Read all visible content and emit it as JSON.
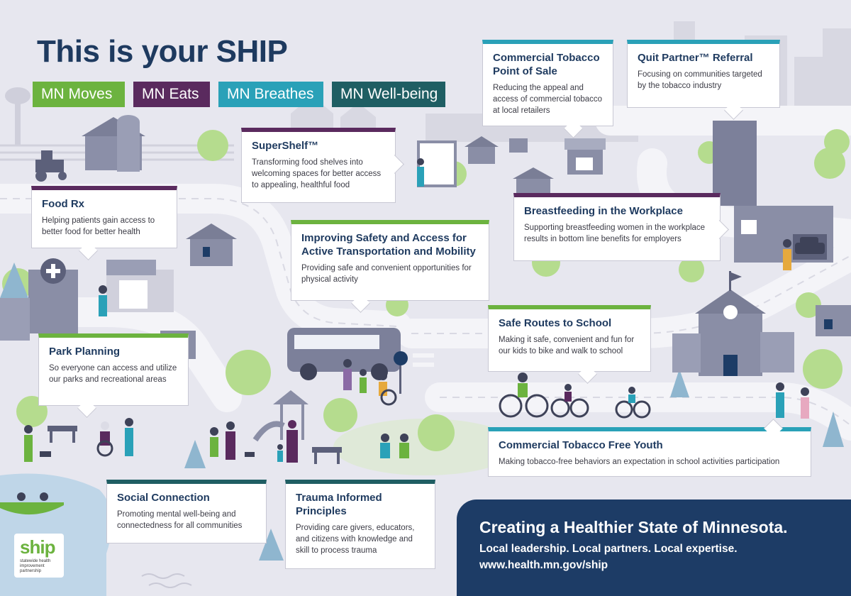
{
  "title": "This is your SHIP",
  "tags": [
    {
      "label": "MN Moves",
      "color": "#6cb33f"
    },
    {
      "label": "MN Eats",
      "color": "#5a2a5e"
    },
    {
      "label": "MN Breathes",
      "color": "#2aa1b8"
    },
    {
      "label": "MN Well-being",
      "color": "#1f5e63"
    }
  ],
  "cards": {
    "pos": {
      "title": "Commercial Tobacco Point of Sale",
      "text": "Reducing the appeal and access of commercial tobacco at local retailers"
    },
    "quit": {
      "title": "Quit Partner™ Referral",
      "text": "Focusing on communities targeted by the tobacco industry"
    },
    "supershelf": {
      "title": "SuperShelf™",
      "text": "Transforming food shelves into welcoming spaces for better access to appealing, healthful food"
    },
    "foodrx": {
      "title": "Food Rx",
      "text": "Helping patients gain access to better food for better health"
    },
    "breastfeeding": {
      "title": "Breastfeeding in the Workplace",
      "text": "Supporting breastfeeding women in the workplace results in bottom line benefits for employers"
    },
    "safety": {
      "title": "Improving Safety and Access for Active Transportation and Mobility",
      "text": "Providing safe and convenient opportunities for physical activity"
    },
    "saferoutes": {
      "title": "Safe Routes to School",
      "text": "Making it safe, convenient and fun for our kids to bike and walk to school"
    },
    "park": {
      "title": "Park Planning",
      "text": "So everyone can access and utilize our parks and recreational areas"
    },
    "youth": {
      "title": "Commercial Tobacco Free Youth",
      "text": "Making tobacco-free behaviors an expectation in school activities participation"
    },
    "social": {
      "title": "Social Connection",
      "text": "Promoting mental well-being and connectedness for all communities"
    },
    "trauma": {
      "title": "Trauma Informed Principles",
      "text": "Providing care givers, educators, and citizens with knowledge and skill to process trauma"
    }
  },
  "banner": {
    "headline": "Creating a Healthier State of Minnesota.",
    "line1": "Local leadership. Local partners. Local expertise.",
    "url": "www.health.mn.gov/ship"
  },
  "logo": {
    "word": "ship",
    "tagline": "statewide health improvement partnership"
  },
  "colors": {
    "navy": "#1d3c66",
    "green": "#6cb33f",
    "purple": "#5a2a5e",
    "teal": "#2aa1b8",
    "dark_teal": "#1f5e63"
  },
  "icons": [
    "tree-icon",
    "house-icon",
    "bus-icon",
    "bicycle-icon",
    "person-icon",
    "school-icon",
    "hospital-icon",
    "barn-icon",
    "tractor-icon",
    "canoe-icon"
  ]
}
